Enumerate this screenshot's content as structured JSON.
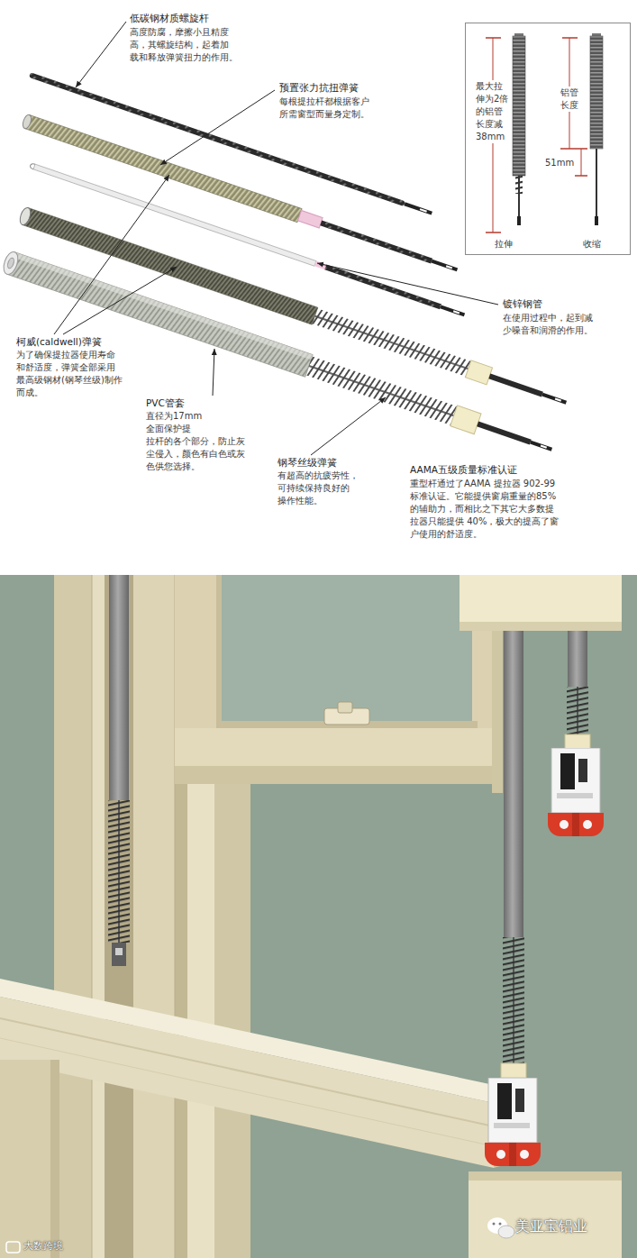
{
  "diagram": {
    "nodes": [
      {
        "text": [
          "最大拉 伸为2倍 的铝管 长度减 38mm",
          "铝管 长度",
          "51mm",
          "拉伸",
          "收缩"
        ]
      }
    ],
    "labels": [
      "低碳钢材质螺旋杆",
      "高度防腐，摩擦小且精度 高，其螺旋结构，起着加 载和释放弹簧扭力的作用。",
      "预置张力抗扭弹簧",
      "每根提拉杆都根据客户 所需窗型而量身定制。",
      "镀锌钢管",
      "在使用过程中，起到减 少噪音和润滑的作用。",
      "柯威(caldwell)弹簧",
      "为了确保提拉器使用寿命 和舒适度，弹簧全部采用 最高级钢材(钢琴丝级)制作 而成。",
      "PVC管套",
      "直径为17mm 全面保护提 拉杆的各个部分，防止灰 尘侵入，颜色有白色或灰 色供您选择。",
      "钢琴丝级弹簧",
      "有超高的抗疲劳性， 可持续保持良好的 操作性能。",
      "AAMA五级质量标准认证",
      "重型杆通过了AAMA 提拉器 902-99 标准认证。它能提供窗扇重量的85% 的辅助力，而相比之下其它大多数提 拉器只能提供 40%，极大的提高了窗 户使用的舒适度。",
      "大数跨境",
      "美亚宝铝业"
    ]
  }
}
